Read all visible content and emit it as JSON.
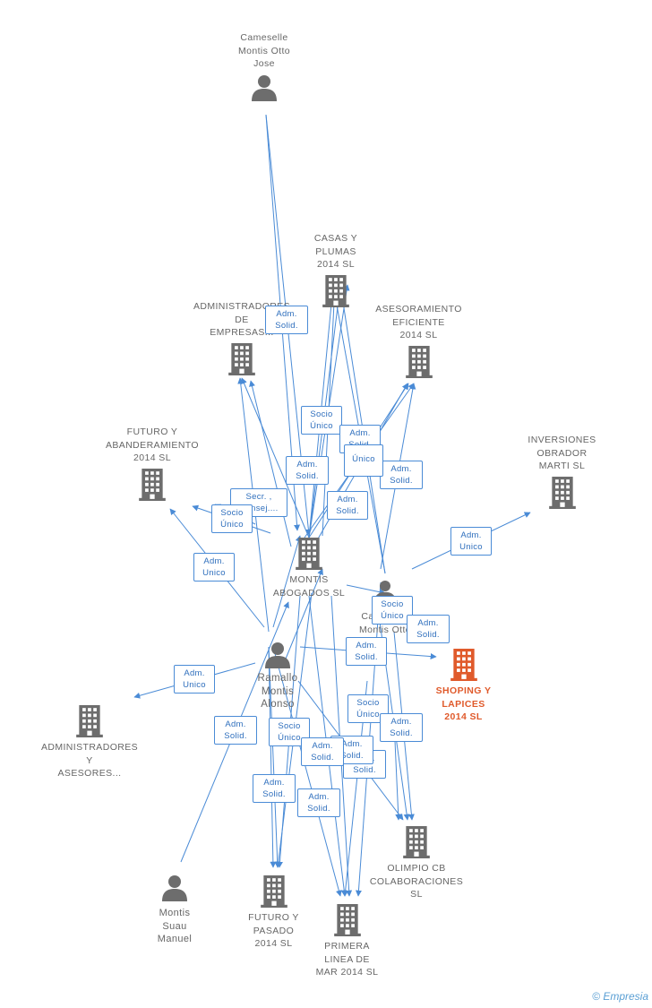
{
  "colors": {
    "edge": "#4a8bd6",
    "node": "#6d6d6d",
    "focus": "#e05a2b"
  },
  "nodes": [
    {
      "id": "cameselle-top",
      "kind": "person",
      "label": [
        "Cameselle",
        "Montis Otto",
        "Jose"
      ]
    },
    {
      "id": "casas",
      "kind": "company",
      "label": [
        "CASAS Y",
        "PLUMAS",
        "2014  SL"
      ]
    },
    {
      "id": "admin-empresas",
      "kind": "company",
      "label": [
        "ADMINISTRADORES",
        "DE",
        "EMPRESAS..."
      ]
    },
    {
      "id": "asesoramiento",
      "kind": "company",
      "label": [
        "ASESORAMIENTO",
        "EFICIENTE",
        "2014  SL"
      ]
    },
    {
      "id": "futuro-aband",
      "kind": "company",
      "label": [
        "FUTURO Y",
        "ABANDERAMIENTO",
        "2014  SL"
      ]
    },
    {
      "id": "inversiones",
      "kind": "company",
      "label": [
        "INVERSIONES",
        "OBRADOR",
        "MARTI SL"
      ]
    },
    {
      "id": "montis-abogados",
      "kind": "company",
      "label": [
        "MONTIS",
        "ABOGADOS SL"
      ]
    },
    {
      "id": "cameselle-mid",
      "kind": "person",
      "label": [
        "Cameselle",
        "Montis Otto"
      ]
    },
    {
      "id": "ramallo",
      "kind": "person",
      "label": [
        "Ramallo",
        "Montis",
        "Alonso"
      ]
    },
    {
      "id": "shoping",
      "kind": "focus",
      "label": [
        "SHOPING Y",
        "LAPICES",
        "2014  SL"
      ]
    },
    {
      "id": "admin-asesores",
      "kind": "company",
      "label": [
        "ADMINISTRADORES",
        "Y",
        "ASESORES..."
      ]
    },
    {
      "id": "olimpio",
      "kind": "company",
      "label": [
        "OLIMPIO CB",
        "COLABORACIONES",
        "SL"
      ]
    },
    {
      "id": "montis-suau",
      "kind": "person",
      "label": [
        "Montis",
        "Suau",
        "Manuel"
      ]
    },
    {
      "id": "futuro-pasado",
      "kind": "company",
      "label": [
        "FUTURO Y",
        "PASADO",
        "2014  SL"
      ]
    },
    {
      "id": "primera",
      "kind": "company",
      "label": [
        "PRIMERA",
        "LINEA DE",
        "MAR 2014  SL"
      ]
    }
  ],
  "relations": [
    [
      "Adm.",
      "Solid."
    ],
    [
      "Socio",
      "Único"
    ],
    [
      "Adm.",
      "Solid."
    ],
    [
      "Adm.",
      "Solid."
    ],
    [
      "Único"
    ],
    [
      "Adm.",
      "Solid."
    ],
    [
      "Secr. ,",
      "Consej...."
    ],
    [
      "Adm.",
      "Solid."
    ],
    [
      "Socio",
      "Único"
    ],
    [
      "Adm.",
      "Unico"
    ],
    [
      "Adm.",
      "Unico"
    ],
    [
      "Socio",
      "Único"
    ],
    [
      "Adm.",
      "Solid."
    ],
    [
      "Adm.",
      "Solid."
    ],
    [
      "Adm.",
      "Unico"
    ],
    [
      "Socio",
      "Único"
    ],
    [
      "Adm.",
      "Solid."
    ],
    [
      "Adm.",
      "Solid."
    ],
    [
      "Socio",
      "Único"
    ],
    [
      "Adm.",
      "Solid."
    ],
    [
      "Adm.",
      "Solid."
    ],
    [
      "Adm.",
      "Solid."
    ],
    [
      "Adm.",
      "Solid."
    ],
    [
      "Adm.",
      "Solid."
    ]
  ],
  "brand": {
    "symbol": "©",
    "name": "Empresia"
  }
}
